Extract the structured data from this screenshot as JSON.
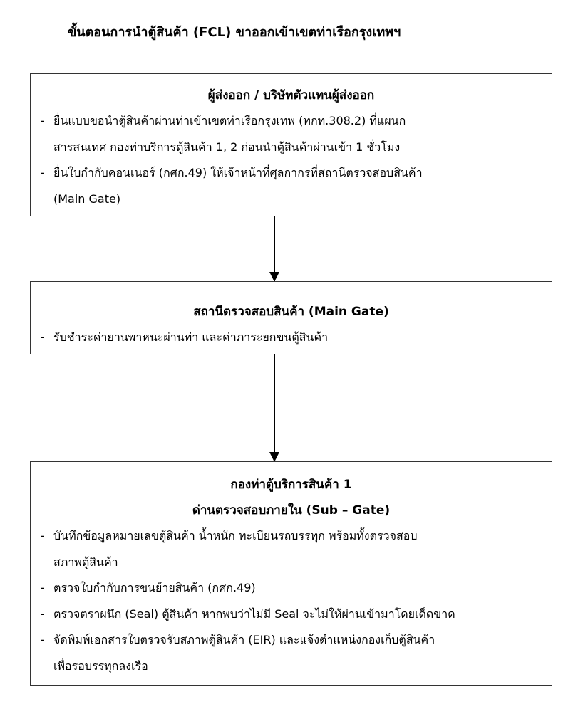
{
  "title": "ขั้นตอนการนำตู้สินค้า (FCL) ขาออกเข้าเขตท่าเรือกรุงเทพฯ",
  "boxes": [
    {
      "headings": [
        "ผู้ส่งออก / บริษัทตัวแทนผู้ส่งออก"
      ],
      "lines": [
        {
          "bullet": "-",
          "text": "ยื่นแบบขอนำตู้สินค้าผ่านท่าเข้าเขตท่าเรือกรุงเทพ (ทกท.308.2) ที่แผนก"
        },
        {
          "bullet": "",
          "text": "สารสนเทศ กองท่าบริการตู้สินค้า 1, 2 ก่อนนำตู้สินค้าผ่านเข้า 1 ชั่วโมง"
        },
        {
          "bullet": "-",
          "text": "ยื่นใบกำกับคอนเนอร์ (กศก.49) ให้เจ้าหน้าที่ศุลกากรที่สถานีตรวจสอบสินค้า"
        },
        {
          "bullet": "",
          "text": "(Main Gate)"
        }
      ]
    },
    {
      "headings": [
        "สถานีตรวจสอบสินค้า (Main Gate)"
      ],
      "lines": [
        {
          "bullet": "-",
          "text": "รับชำระค่ายานพาหนะผ่านท่า และค่าภาระยกขนตู้สินค้า"
        }
      ]
    },
    {
      "headings": [
        "กองท่าตู้บริการสินค้า 1",
        "ด่านตรวจสอบภายใน (Sub – Gate)"
      ],
      "lines": [
        {
          "bullet": "-",
          "text": "บันทึกข้อมูลหมายเลขตู้สินค้า น้ำหนัก ทะเบียนรถบรรทุก พร้อมทั้งตรวจสอบ"
        },
        {
          "bullet": "",
          "text": "สภาพตู้สินค้า"
        },
        {
          "bullet": "-",
          "text": "ตรวจใบกำกับการขนย้ายสินค้า (กศก.49)"
        },
        {
          "bullet": "-",
          "text": "ตรวจตราผนึก (Seal) ตู้สินค้า หากพบว่าไม่มี Seal จะไม่ให้ผ่านเข้ามาโดยเด็ดขาด"
        },
        {
          "bullet": "-",
          "text": "จัดพิมพ์เอกสารใบตรวจรับสภาพตู้สินค้า (EIR) และแจ้งตำแหน่งกองเก็บตู้สินค้า"
        },
        {
          "bullet": "",
          "text": "เพื่อรอบรรทุกลงเรือ"
        }
      ]
    }
  ]
}
